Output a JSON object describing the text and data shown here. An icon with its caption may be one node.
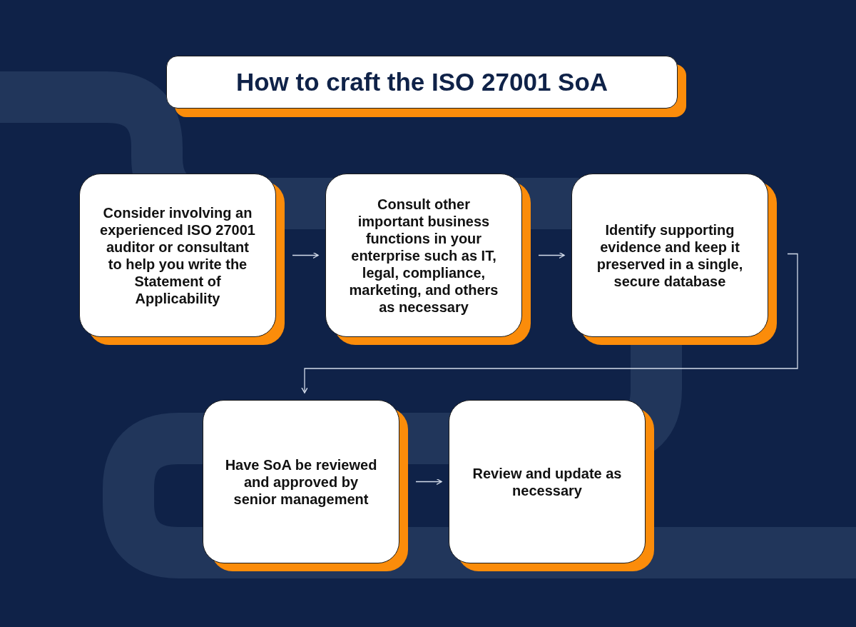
{
  "diagram": {
    "title": "How to craft the ISO 27001 SoA",
    "nodes": [
      {
        "text": [
          "Consider involving an experienced ISO 27001 auditor or consultant to help you write the Statement of Applicability"
        ]
      },
      {
        "text": [
          "Consult other important business functions in your enterprise such as IT, legal, compliance, marketing, and others as necessary"
        ]
      },
      {
        "text": [
          "Identify supporting evidence and keep it preserved in a single, secure database"
        ]
      },
      {
        "text": [
          "Have SoA be reviewed and approved by senior management"
        ]
      },
      {
        "text": [
          "Review and update as necessary"
        ]
      }
    ],
    "edges": [
      {
        "from": 0,
        "to": 1,
        "arrow": "to"
      },
      {
        "from": 1,
        "to": 2,
        "arrow": "to"
      },
      {
        "from": 2,
        "to": 3,
        "arrow": "to"
      },
      {
        "from": 3,
        "to": 4,
        "arrow": "to"
      }
    ]
  }
}
